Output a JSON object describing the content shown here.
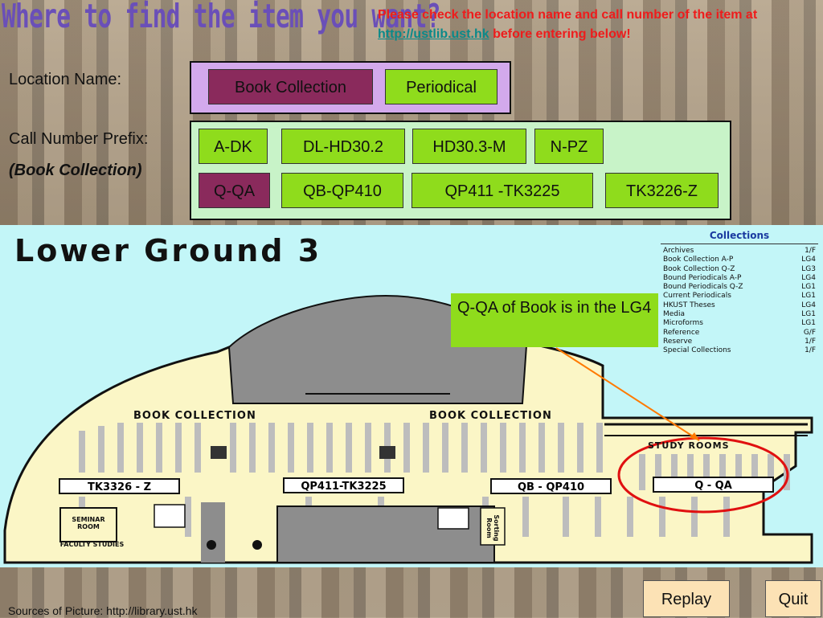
{
  "header": {
    "title": "Where to find the item you want?",
    "notice_prefix": "Please check the location name and call number of the item at ",
    "notice_link": "http://ustlib.ust.hk",
    "notice_suffix": " before entering below!"
  },
  "location": {
    "label": "Location Name:",
    "options": [
      {
        "label": "Book Collection",
        "selected": true
      },
      {
        "label": "Periodical",
        "selected": false
      }
    ]
  },
  "call_number": {
    "label": "Call Number Prefix:",
    "sublabel": "(Book Collection)",
    "row1": [
      {
        "label": "A-DK",
        "selected": false
      },
      {
        "label": "DL-HD30.2",
        "selected": false
      },
      {
        "label": "HD30.3-M",
        "selected": false
      },
      {
        "label": "N-PZ",
        "selected": false
      }
    ],
    "row2": [
      {
        "label": "Q-QA",
        "selected": true
      },
      {
        "label": "QB-QP410",
        "selected": false
      },
      {
        "label": "QP411 -TK3225",
        "selected": false
      },
      {
        "label": "TK3226-Z",
        "selected": false
      }
    ]
  },
  "map": {
    "title": "Lower Ground 3",
    "callout": "Q-QA of Book is in the LG4",
    "legend": {
      "heading": "Collections",
      "rows": [
        {
          "name": "Archives",
          "floor": "1/F"
        },
        {
          "name": "Book Collection A-P",
          "floor": "LG4"
        },
        {
          "name": "Book Collection Q-Z",
          "floor": "LG3"
        },
        {
          "name": "Bound Periodicals A-P",
          "floor": "LG4"
        },
        {
          "name": "Bound Periodicals Q-Z",
          "floor": "LG1"
        },
        {
          "name": "Current Periodicals",
          "floor": "LG1"
        },
        {
          "name": "HKUST Theses",
          "floor": "LG4"
        },
        {
          "name": "Media",
          "floor": "LG1"
        },
        {
          "name": "Microforms",
          "floor": "LG1"
        },
        {
          "name": "Reference",
          "floor": "G/F"
        },
        {
          "name": "Reserve",
          "floor": "1/F"
        },
        {
          "name": "Special Collections",
          "floor": "1/F"
        }
      ]
    },
    "book_collection_label": "BOOK COLLECTION",
    "study_rooms": "STUDY ROOMS",
    "shelves": [
      "TK3326 - Z",
      "QP411-TK3225",
      "QB - QP410",
      "Q - QA"
    ],
    "seminar_room": "SEMINAR ROOM",
    "faculty_studies": "FACULTY STUDIES",
    "sorting_room": "Sorting Room"
  },
  "buttons": {
    "replay": "Replay",
    "quit": "Quit"
  },
  "source": "Sources of Picture: http://library.ust.hk",
  "colors": {
    "button_green": "#8fdc1c",
    "button_selected": "#8a2a5c",
    "notice_red": "#ee1c1c",
    "map_bg": "#c3f6f8",
    "highlight_red": "#e01010"
  }
}
